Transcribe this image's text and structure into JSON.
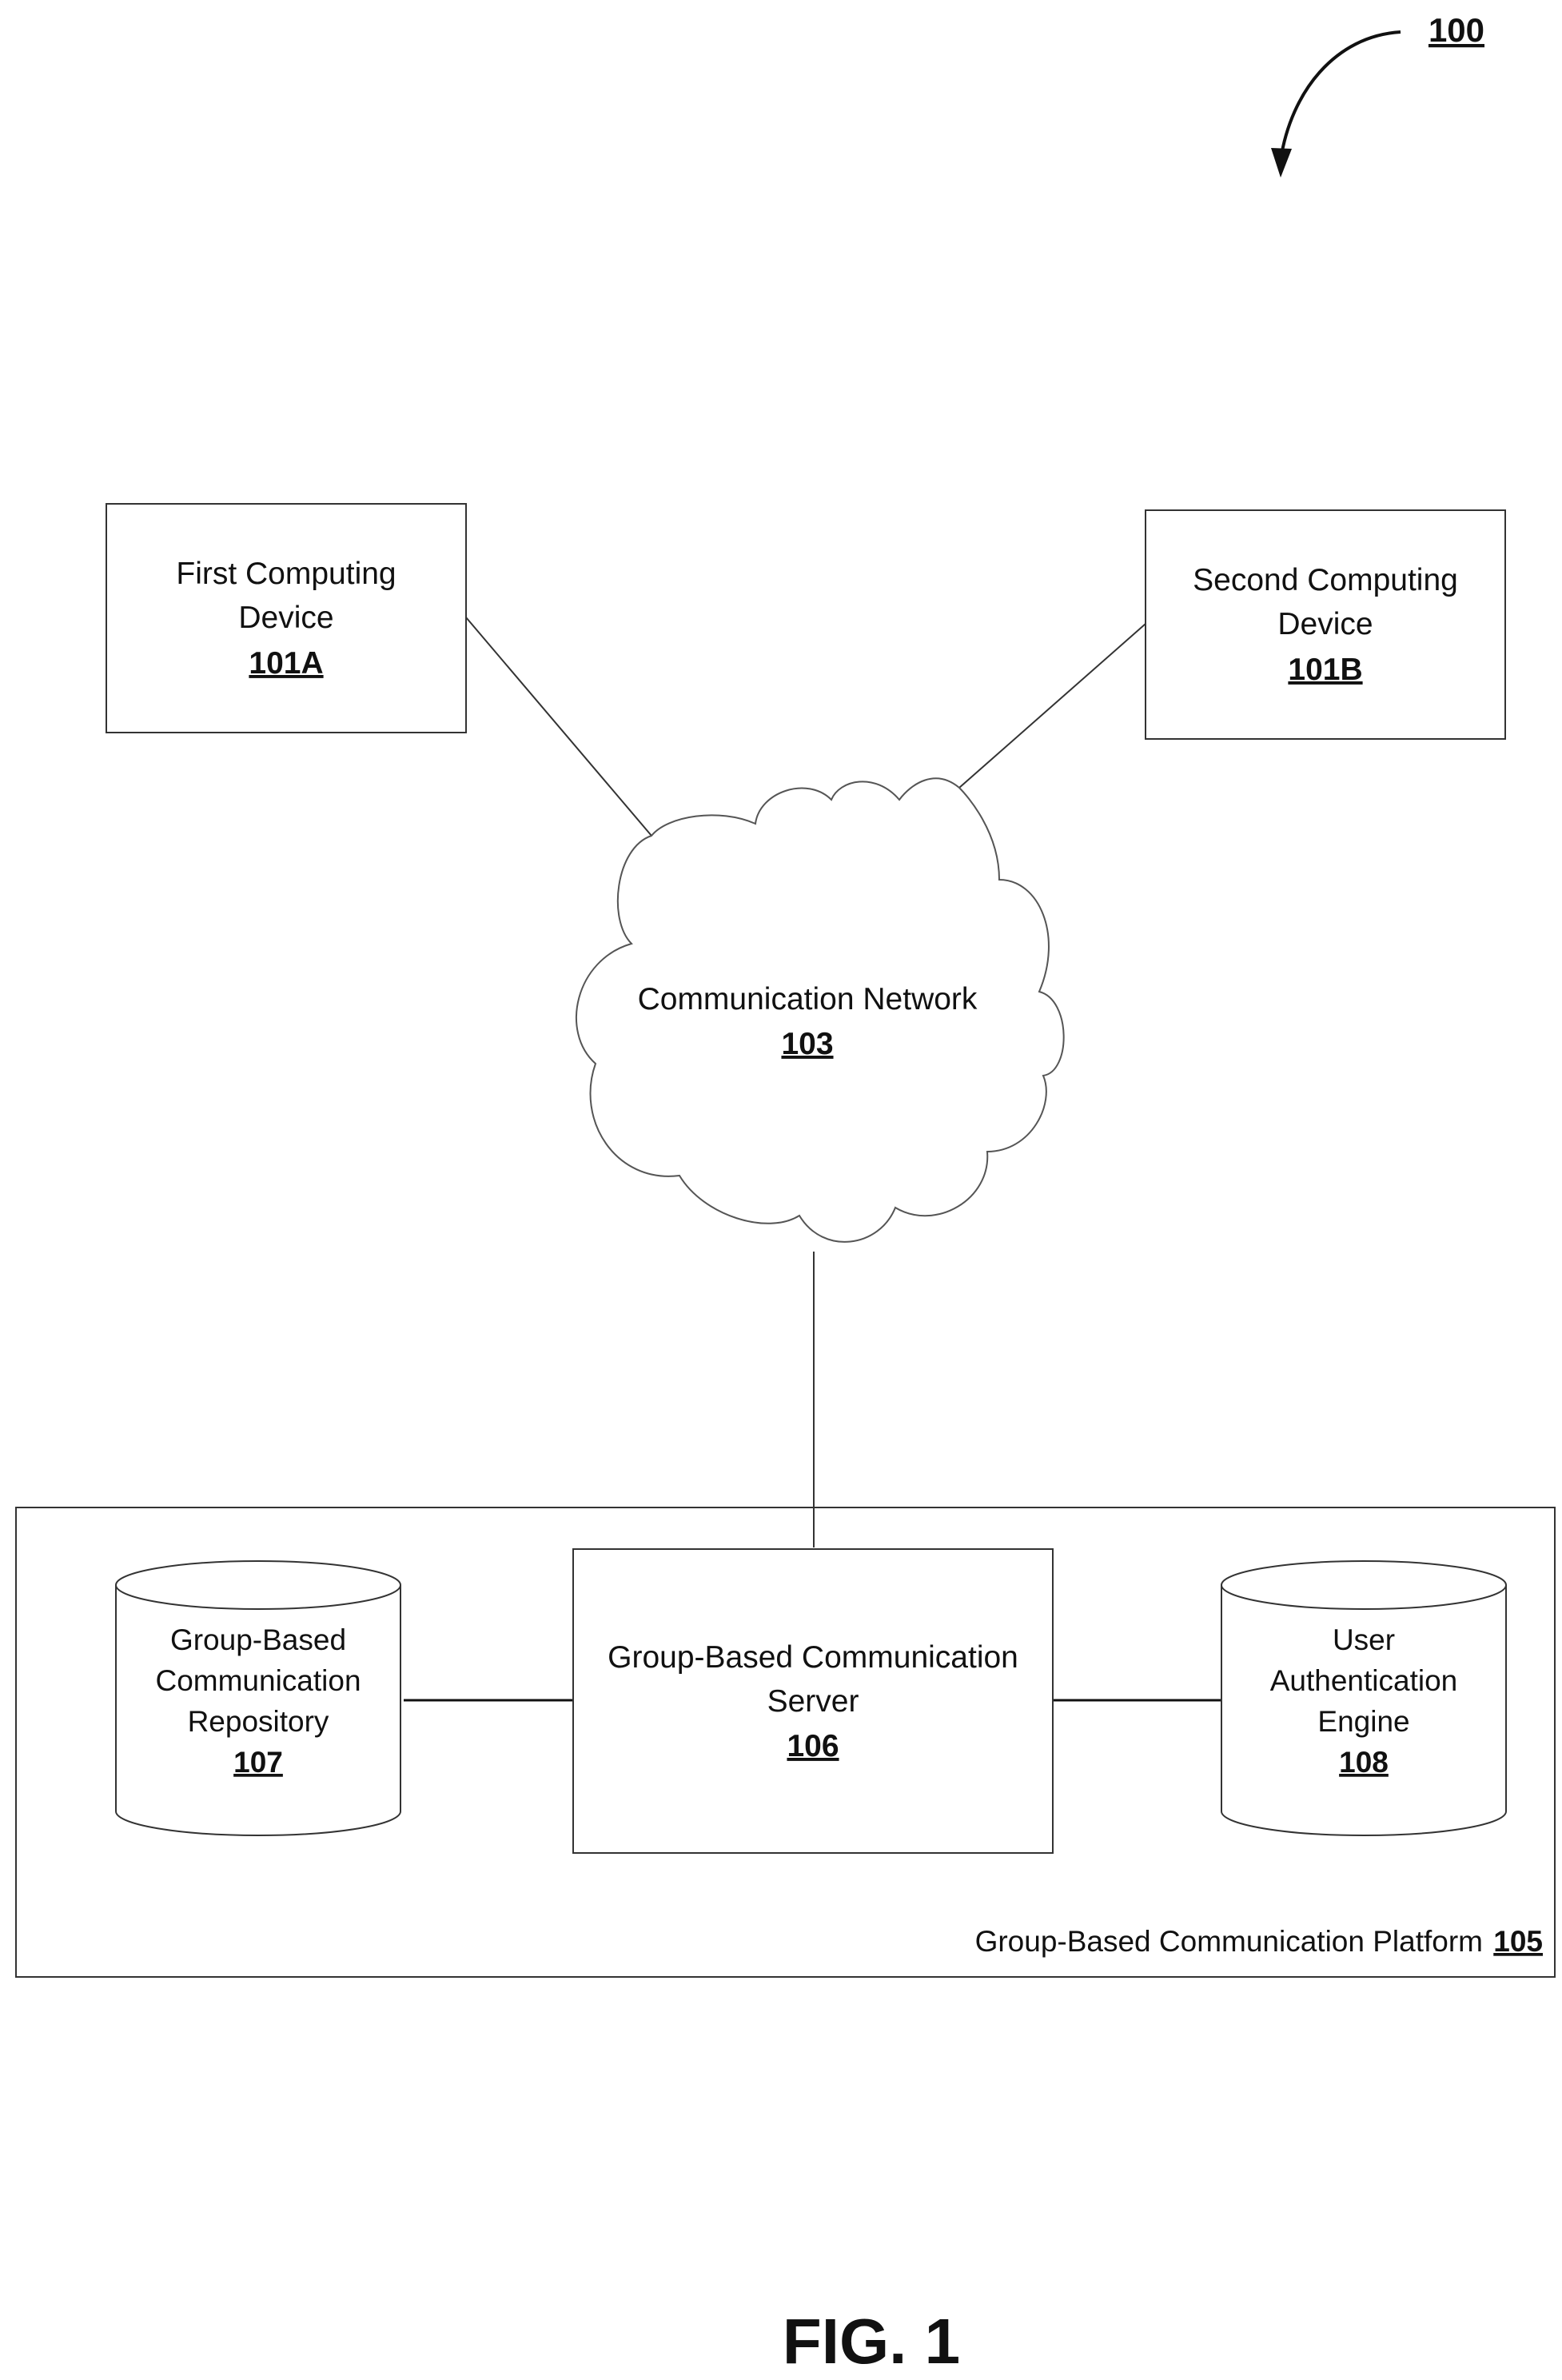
{
  "figure": {
    "ref": "100",
    "label": "FIG. 1"
  },
  "first_device": {
    "line1": "First Computing",
    "line2": "Device",
    "ref": "101A"
  },
  "second_device": {
    "line1": "Second Computing",
    "line2": "Device",
    "ref": "101B"
  },
  "network": {
    "label": "Communication Network",
    "ref": "103"
  },
  "platform": {
    "label": "Group-Based Communication Platform",
    "ref": "105"
  },
  "server": {
    "line1": "Group-Based Communication",
    "line2": "Server",
    "ref": "106"
  },
  "repository": {
    "line1": "Group-Based",
    "line2": "Communication",
    "line3": "Repository",
    "ref": "107"
  },
  "auth_engine": {
    "line1": "User",
    "line2": "Authentication",
    "line3": "Engine",
    "ref": "108"
  }
}
